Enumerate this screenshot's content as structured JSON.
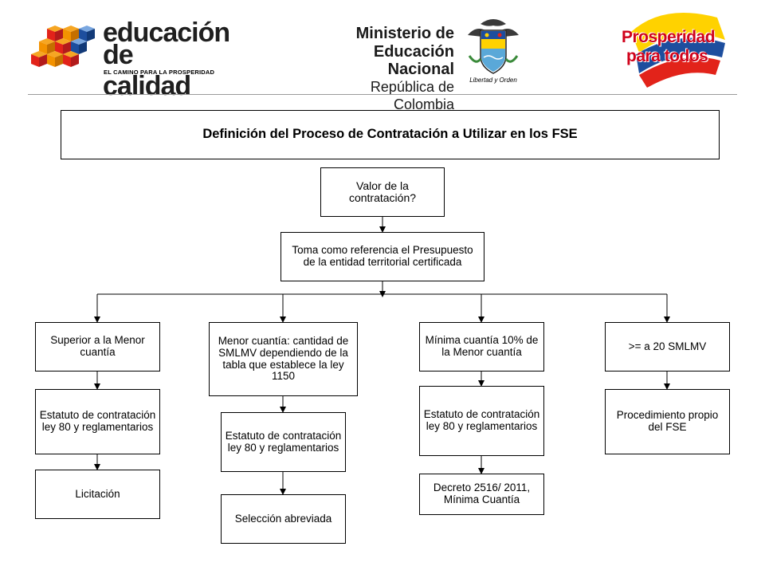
{
  "header": {
    "logo_left": {
      "line1": "educación",
      "line2": "de calidad",
      "tagline": "EL CAMINO PARA LA PROSPERIDAD"
    },
    "ministry": {
      "line1": "Ministerio de",
      "line2": "Educación Nacional",
      "line3": "República de Colombia",
      "motto": "Libertad y Orden"
    },
    "logo_right": {
      "line1": "Prosperidad",
      "line2": "para todos"
    }
  },
  "diagram": {
    "title": "Definición del Proceso de Contratación a Utilizar en los FSE",
    "root": "Valor de la contratación?",
    "reference": "Toma como referencia  el Presupuesto de la entidad territorial certificada",
    "branches": [
      {
        "head": "Superior a la Menor cuantía",
        "mid": "Estatuto de contratación ley 80 y reglamentarios",
        "end": "Licitación"
      },
      {
        "head": "Menor cuantía: cantidad de SMLMV dependiendo de la tabla que establece la ley 1150",
        "mid": "Estatuto de contratación ley 80 y reglamentarios",
        "end": "Selección abreviada"
      },
      {
        "head": "Mínima cuantía 10% de la Menor cuantía",
        "mid": "Estatuto de contratación ley 80 y reglamentarios",
        "end": "Decreto 2516/ 2011, Mínima Cuantía"
      },
      {
        "head": ">= a 20 SMLMV",
        "mid": "Procedimiento propio del FSE"
      }
    ]
  },
  "colors": {
    "brand_red": "#e2231a",
    "brand_orange": "#f39200",
    "brand_blue": "#1d4e9e",
    "brand_yellow": "#ffd200"
  }
}
